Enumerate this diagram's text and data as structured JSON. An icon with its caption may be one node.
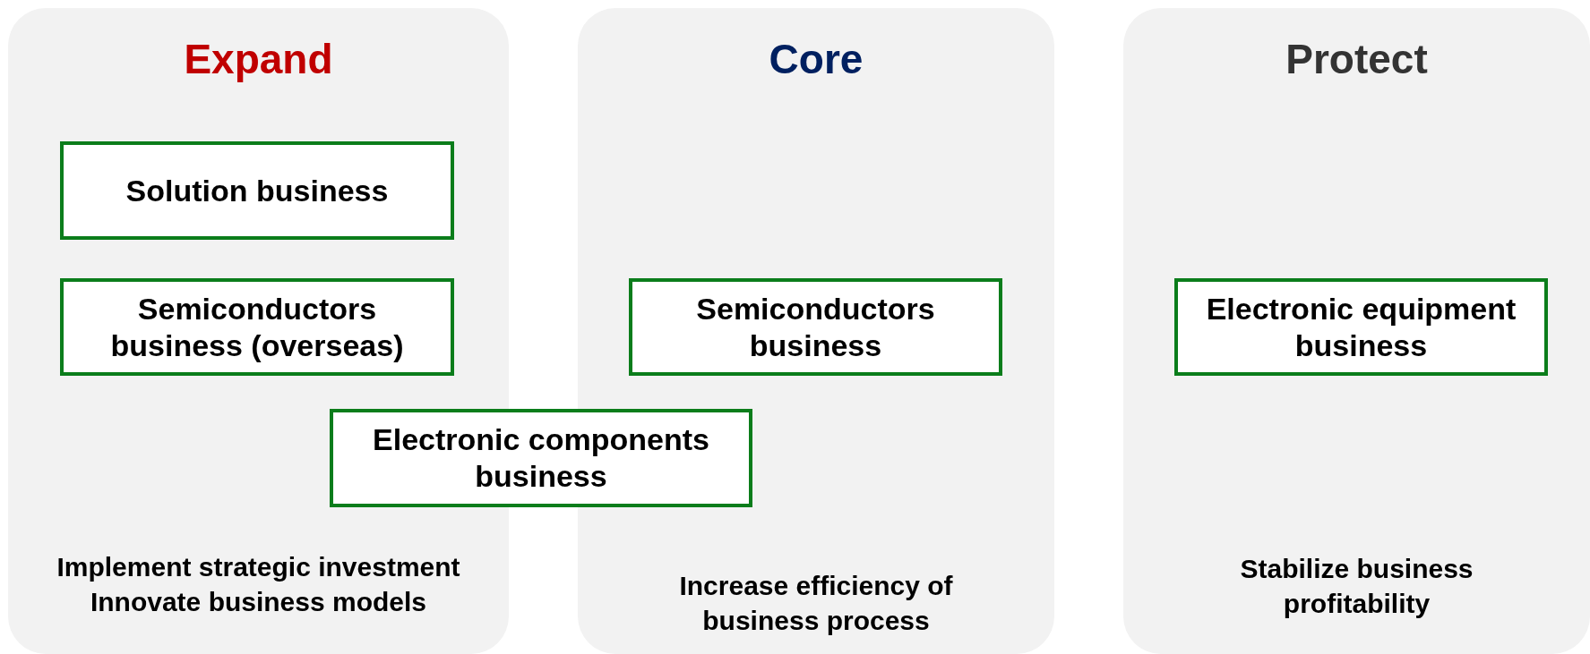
{
  "diagram": {
    "nodes": [
      {
        "text": [
          "Expand",
          "Implement strategic investment",
          "Innovate business models"
        ]
      },
      {
        "text": [
          "Solution business"
        ],
        "in": 0
      },
      {
        "text": [
          "Semiconductors business (overseas)"
        ],
        "in": 0
      },
      {
        "text": [
          "Core",
          "Increase efficiency of business process"
        ]
      },
      {
        "text": [
          "Semiconductors business"
        ],
        "in": 3
      },
      {
        "text": [
          "Protect",
          "Stabilize business profitability"
        ]
      },
      {
        "text": [
          "Electronic equipment business"
        ],
        "in": 5
      },
      {
        "text": [
          "Electronic components business"
        ]
      }
    ],
    "edges": []
  }
}
